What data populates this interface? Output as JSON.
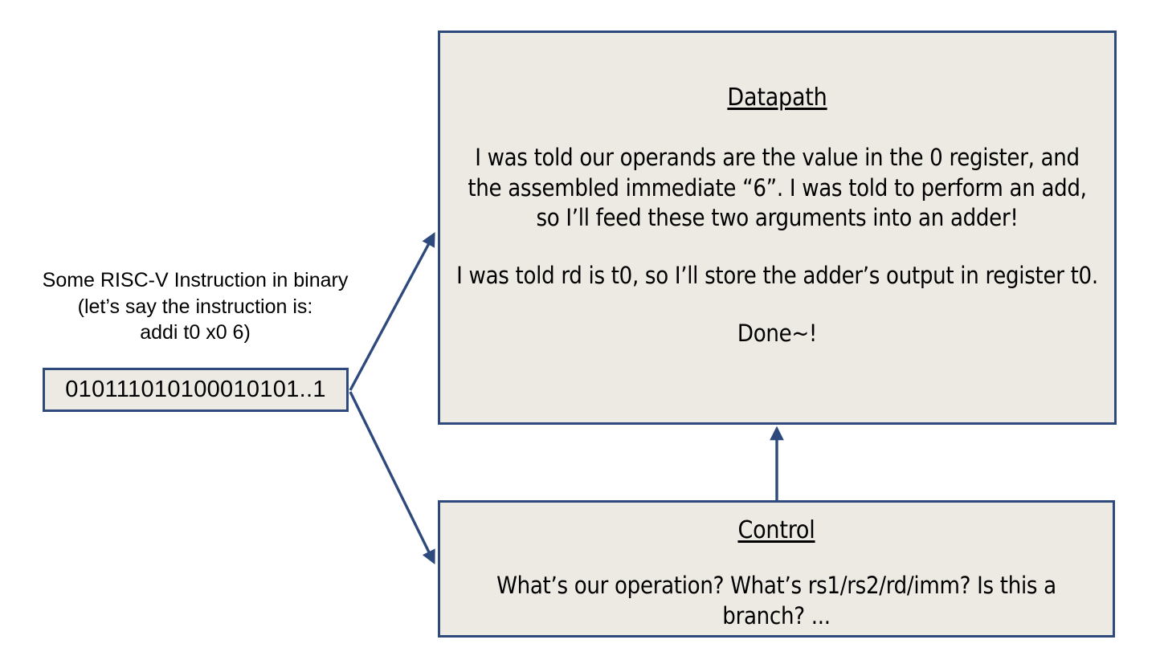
{
  "diagram": {
    "title": "RISC-V instruction decode: Datapath and Control",
    "colors": {
      "box_fill": "#EDEAE3",
      "box_border": "#2E4A7D",
      "arrow": "#2E4A7D",
      "text": "#000000",
      "background": "#FFFFFF"
    }
  },
  "instruction": {
    "caption": "Some RISC-V Instruction in binary\n(let’s say the instruction is:\naddi t0 x0 6)",
    "binary_value": "010111010100010101..1"
  },
  "datapath": {
    "title": "Datapath",
    "paragraph_1": "I was told our operands are the value in the 0 register, and\nthe assembled immediate “6”. I was told to perform an add,\nso I’ll feed these two arguments into an adder!",
    "paragraph_2": "I was told rd is t0, so I’ll store the adder’s output in register t0.",
    "paragraph_3": "Done~!"
  },
  "control": {
    "title": "Control",
    "paragraph_1": "What’s our operation? What’s rs1/rs2/rd/imm? Is this a\nbranch? ..."
  },
  "connectors": [
    {
      "name": "instruction-to-datapath",
      "from": "instruction-box",
      "to": "datapath-box",
      "label": ""
    },
    {
      "name": "instruction-to-control",
      "from": "instruction-box",
      "to": "control-box",
      "label": ""
    },
    {
      "name": "control-to-datapath",
      "from": "control-box",
      "to": "datapath-box",
      "label": ""
    }
  ]
}
